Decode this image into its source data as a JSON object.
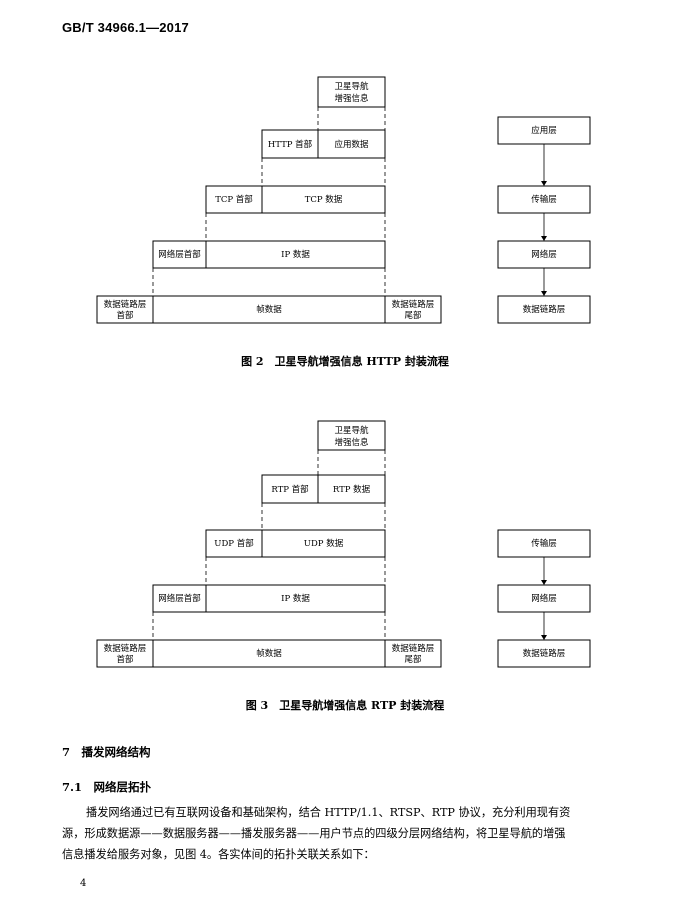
{
  "header": {
    "standard": "GB/T 34966.1—2017"
  },
  "figure2": {
    "payload": [
      "卫星导航",
      "增强信息"
    ],
    "http_header": "HTTP 首部",
    "app_data": "应用数据",
    "tcp_header": "TCP 首部",
    "tcp_data": "TCP 数据",
    "net_header": "网络层首部",
    "ip_data": "IP 数据",
    "dl_header": [
      "数据链路层",
      "首部"
    ],
    "frame_data": "帧数据",
    "dl_trailer": [
      "数据链路层",
      "尾部"
    ],
    "layers": [
      "应用层",
      "传输层",
      "网络层",
      "数据链路层"
    ],
    "caption": "图 2　卫星导航增强信息 HTTP 封装流程"
  },
  "figure3": {
    "payload": [
      "卫星导航",
      "增强信息"
    ],
    "rtp_header": "RTP 首部",
    "rtp_data": "RTP 数据",
    "udp_header": "UDP 首部",
    "udp_data": "UDP 数据",
    "net_header": "网络层首部",
    "ip_data": "IP 数据",
    "dl_header": [
      "数据链路层",
      "首部"
    ],
    "frame_data": "帧数据",
    "dl_trailer": [
      "数据链路层",
      "尾部"
    ],
    "layers": [
      "传输层",
      "网络层",
      "数据链路层"
    ],
    "caption": "图 3　卫星导航增强信息 RTP 封装流程"
  },
  "section7": {
    "title": "7　播发网络结构"
  },
  "section71": {
    "title": "7.1　网络层拓扑"
  },
  "body": {
    "line1": "播发网络通过已有互联网设备和基础架构，结合 HTTP/1.1、RTSP、RTP 协议，充分利用现有资",
    "line2": "源，形成数据源——数据服务器——播发服务器——用户节点的四级分层网络结构，将卫星导航的增强",
    "line3": "信息播发给服务对象，见图 4。各实体间的拓扑关联关系如下："
  },
  "page_number": "4"
}
